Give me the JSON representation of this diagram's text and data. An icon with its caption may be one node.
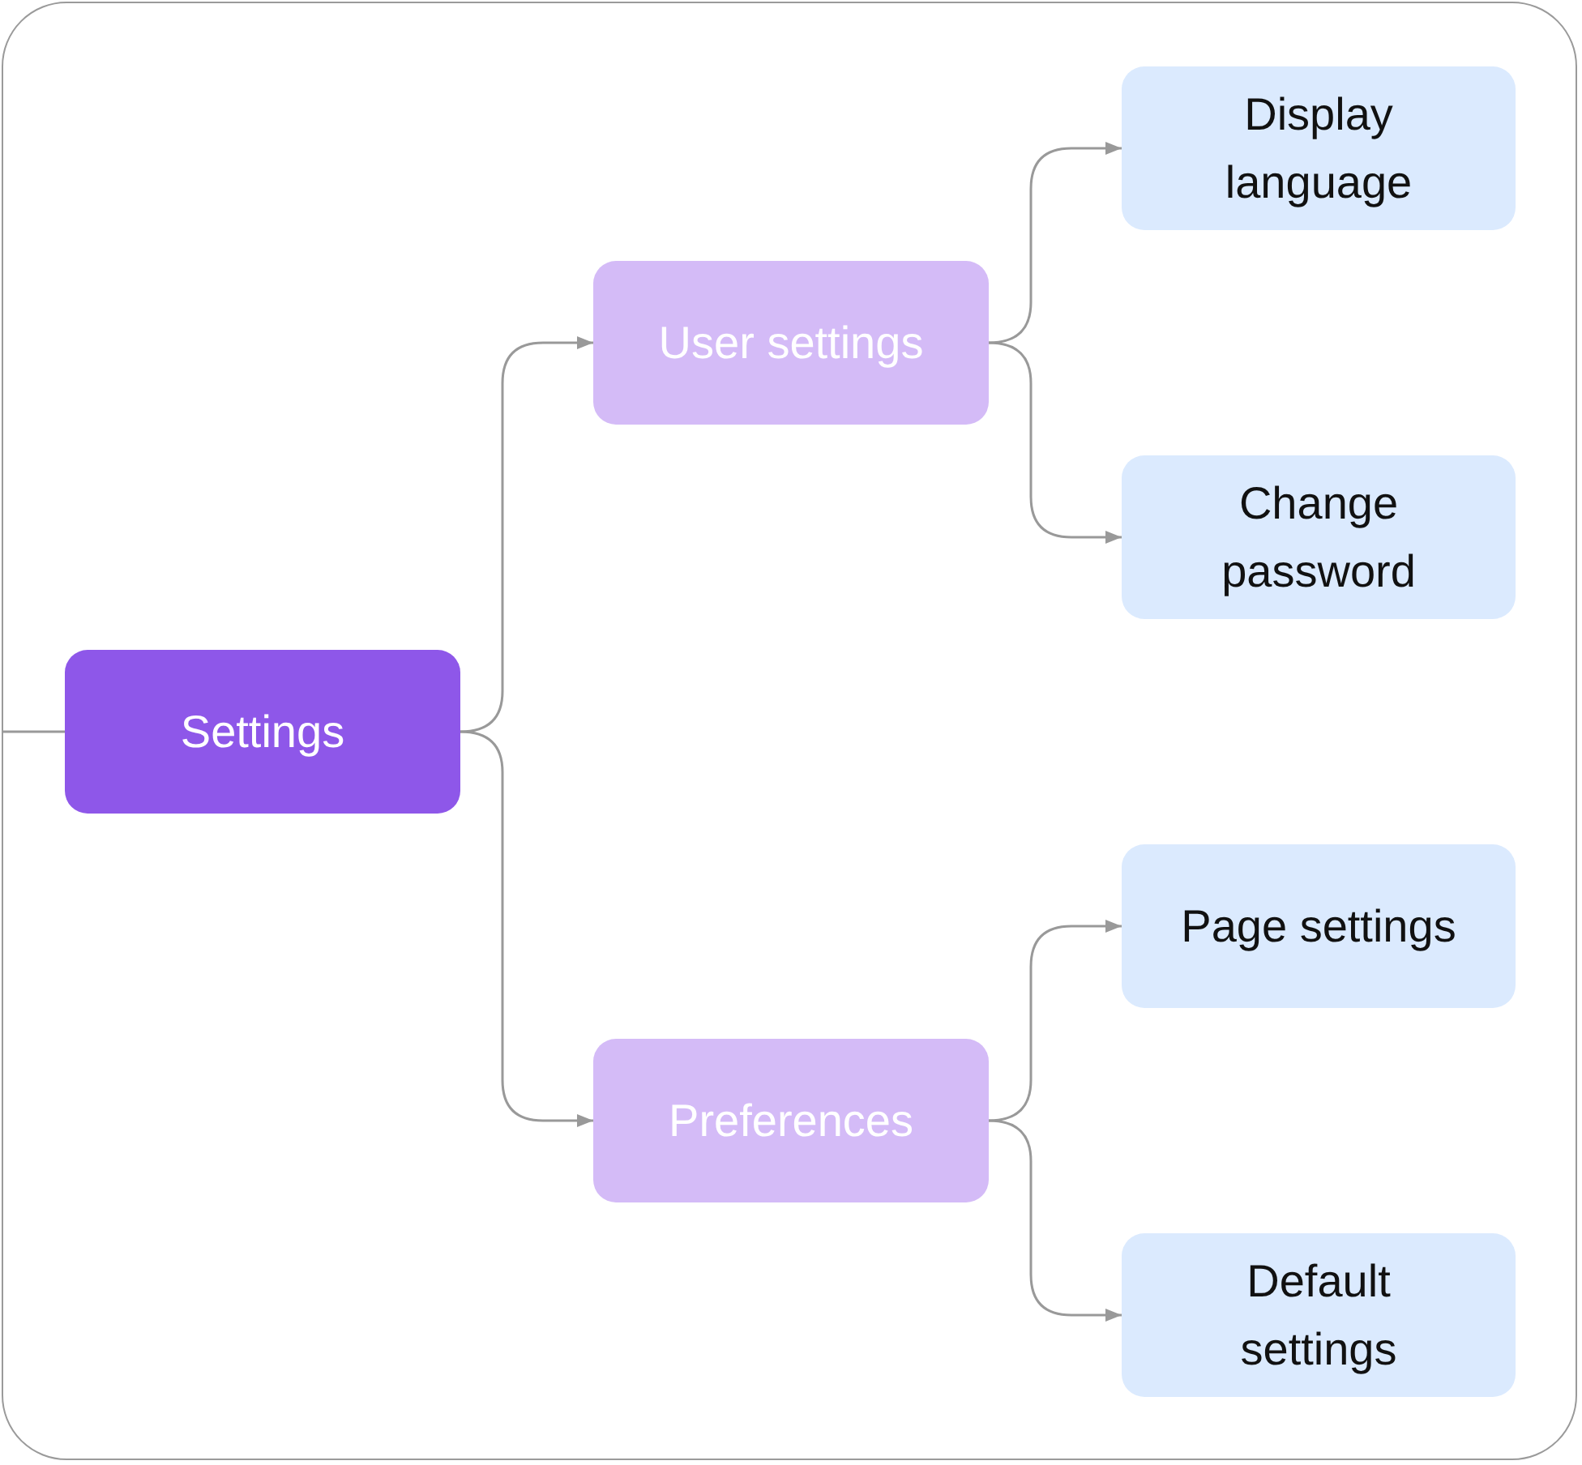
{
  "diagram": {
    "nodes": [
      {
        "text": [
          "Settings"
        ]
      },
      {
        "text": [
          "User settings"
        ]
      },
      {
        "text": [
          "Preferences"
        ]
      },
      {
        "text": [
          "Display language"
        ]
      },
      {
        "text": [
          "Change password"
        ]
      },
      {
        "text": [
          "Page settings"
        ]
      },
      {
        "text": [
          "Default settings"
        ]
      }
    ],
    "edges": [
      {
        "from": null,
        "to": 0,
        "arrow": "none"
      },
      {
        "from": 0,
        "to": 1,
        "arrow": "to"
      },
      {
        "from": 0,
        "to": 2,
        "arrow": "to"
      },
      {
        "from": 1,
        "to": 3,
        "arrow": "to"
      },
      {
        "from": 1,
        "to": 4,
        "arrow": "to"
      },
      {
        "from": 2,
        "to": 5,
        "arrow": "to"
      },
      {
        "from": 2,
        "to": 6,
        "arrow": "to"
      }
    ]
  }
}
